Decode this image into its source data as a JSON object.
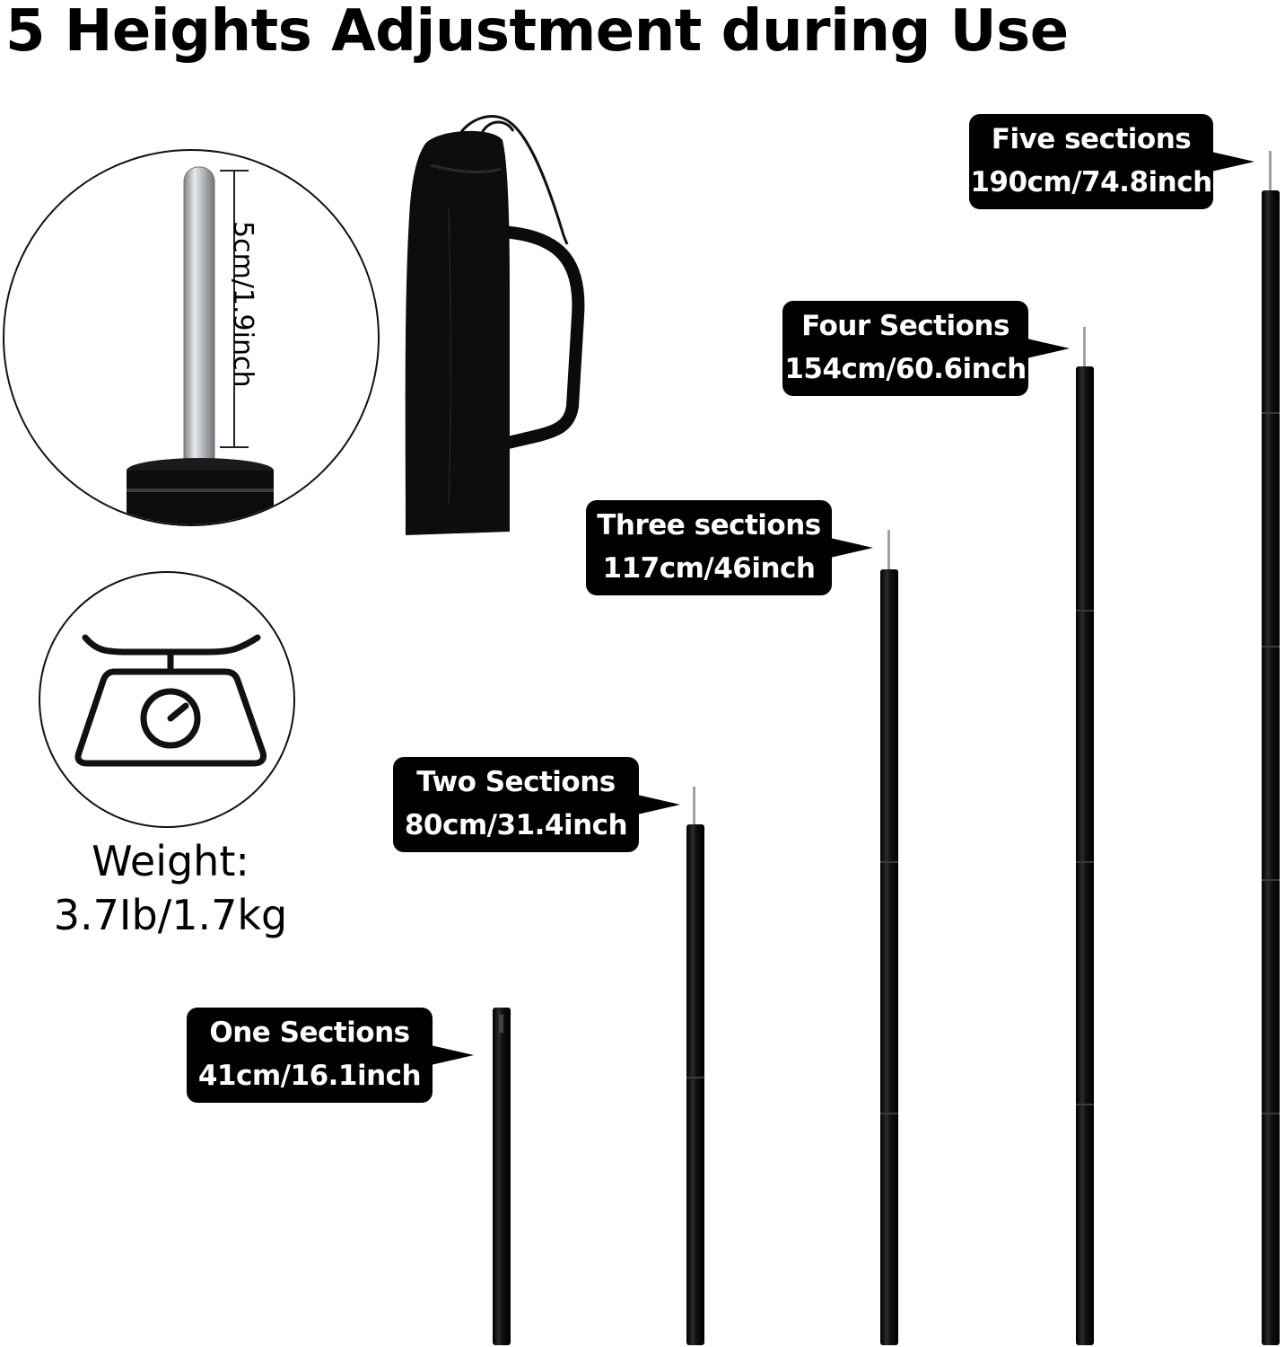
{
  "headline": "5 Heights Adjustment during Use",
  "tip_length_label": "5cm/1.9inch",
  "weight": {
    "label": "Weight:",
    "value": "3.7Ib/1.7kg"
  },
  "icons": [
    "pin-tip-closeup-icon",
    "carry-bag-icon",
    "weighing-scale-icon"
  ],
  "colors": {
    "pole": "#0a0a0a",
    "callout_bg": "#000000",
    "callout_text": "#ffffff",
    "tip_metal": "#b8bcc0"
  },
  "configurations": [
    {
      "sections": "One Sections",
      "length": "41cm/16.1inch"
    },
    {
      "sections": "Two Sections",
      "length": "80cm/31.4inch"
    },
    {
      "sections": "Three sections",
      "length": "117cm/46inch"
    },
    {
      "sections": "Four Sections",
      "length": "154cm/60.6inch"
    },
    {
      "sections": "Five sections",
      "length": "190cm/74.8inch"
    }
  ]
}
